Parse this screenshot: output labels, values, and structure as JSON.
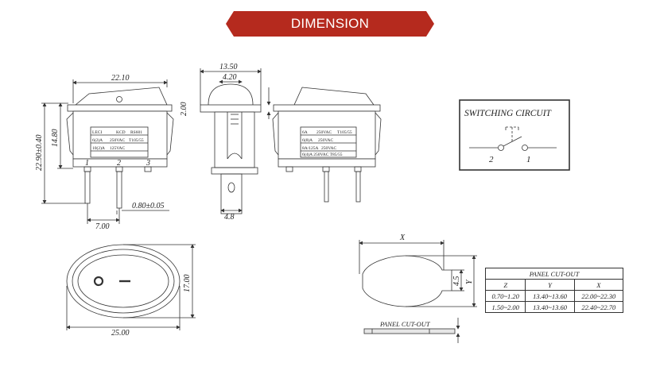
{
  "banner": {
    "title": "DIMENSION",
    "color": "#b52a1e"
  },
  "front_view": {
    "dim_width": "22.10",
    "dim_height_total": "22.90±0.40",
    "dim_height_body": "14.80",
    "dim_pin_pitch": "7.00",
    "dim_pin_width": "0.80±0.05",
    "pin_labels": [
      "1",
      "2",
      "3"
    ],
    "label_lines": [
      "LECI",
      "KCD",
      "RS601",
      "6(2)A",
      "250VAC",
      "T105/55",
      "10(2)A",
      "125VAC"
    ]
  },
  "side_view": {
    "dim_total": "13.50",
    "dim_top": "4.20",
    "dim_terminal": "4.8",
    "dim_frame": "2.00"
  },
  "back_view": {
    "label_lines": [
      "6A",
      "250VAC",
      "T105/55",
      "6(8)A",
      "250VAC",
      "8A/125A",
      "250VAC",
      "6(4)A 250VAC T85/55"
    ]
  },
  "switching_circuit": {
    "title": "SWITCHING CIRCUIT",
    "labels": [
      "2",
      "1"
    ]
  },
  "top_view": {
    "dim_width": "25.00",
    "dim_height": "17.00"
  },
  "panel_cutout": {
    "dim_x": "X",
    "dim_y": "Y",
    "dim_tab": "4.5",
    "section_label": "PANEL CUT-OUT",
    "table": {
      "title": "PANEL CUT-OUT",
      "headers": [
        "Z",
        "Y",
        "X"
      ],
      "rows": [
        [
          "0.70~1.20",
          "13.40~13.60",
          "22.00~22.30"
        ],
        [
          "1.50~2.00",
          "13.40~13.60",
          "22.40~22.70"
        ]
      ]
    }
  }
}
